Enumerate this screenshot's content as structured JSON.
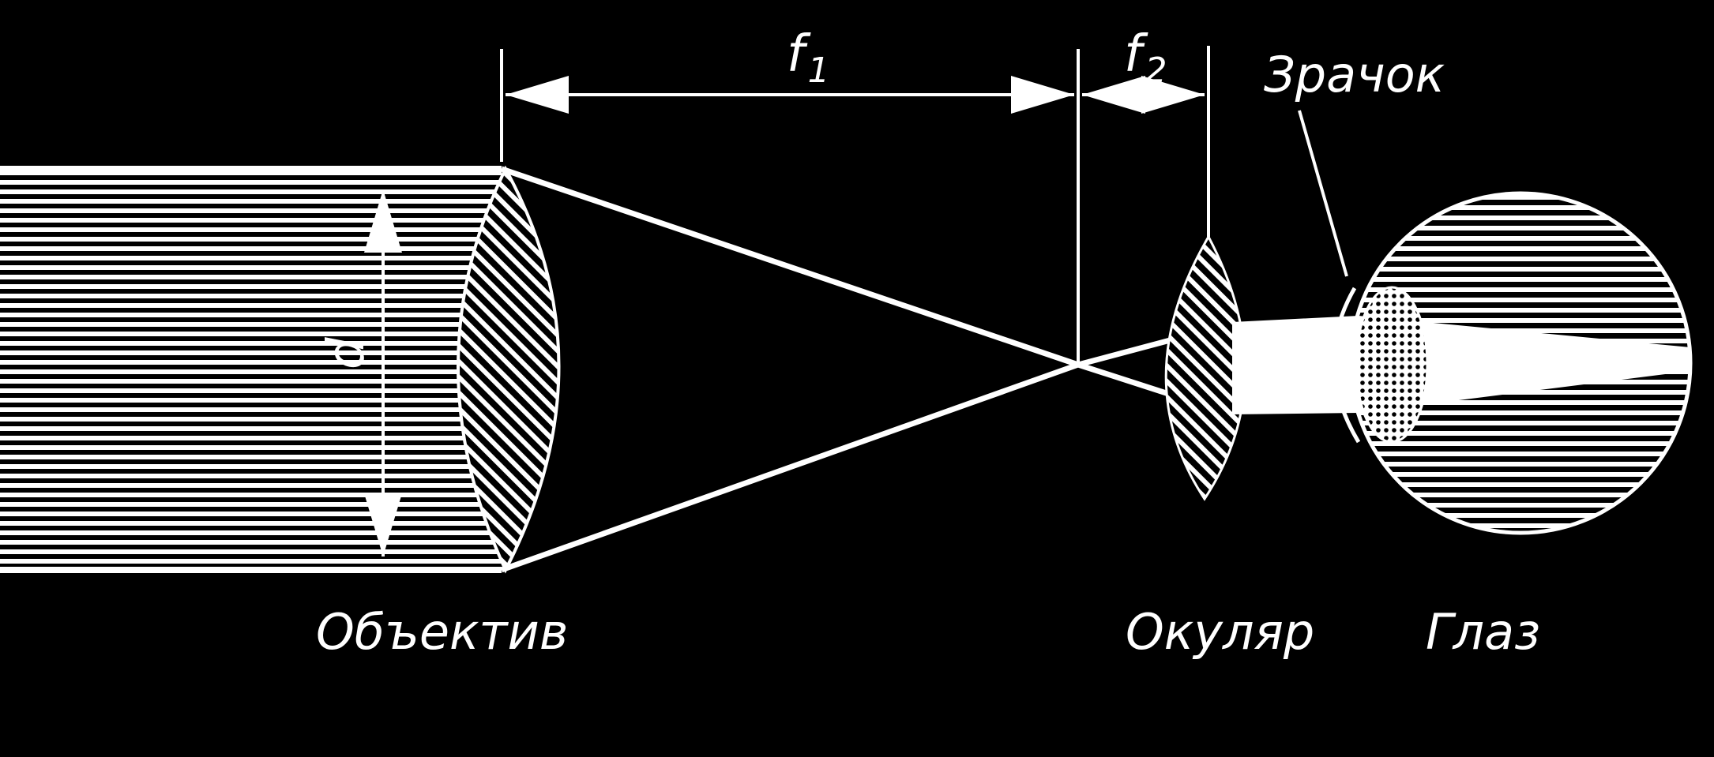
{
  "labels": {
    "objective": "Объектив",
    "eyepiece": "Окуляр",
    "eye": "Глаз",
    "pupil": "Зрачок",
    "aperture": "d",
    "focal1": {
      "base": "f",
      "sub": "1"
    },
    "focal2": {
      "base": "f",
      "sub": "2"
    }
  },
  "colors": {
    "background": "#000000",
    "ink": "#ffffff",
    "eye_fill": "#9a9a9a"
  }
}
